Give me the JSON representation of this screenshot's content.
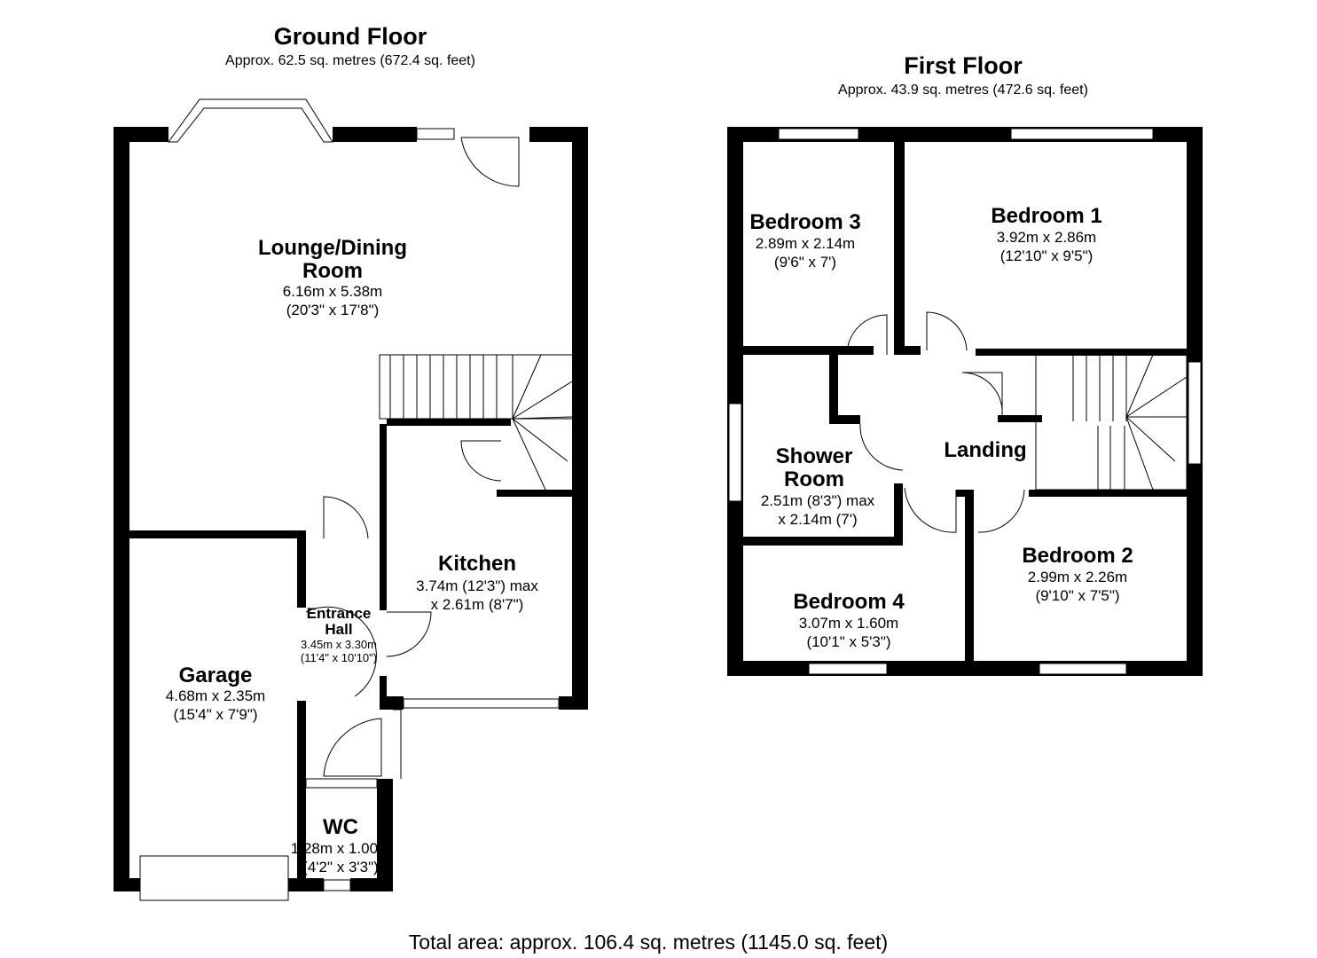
{
  "ground_floor": {
    "title": "Ground Floor",
    "area": "Approx. 62.5 sq. metres (672.4 sq. feet)",
    "rooms": {
      "lounge": {
        "name1": "Lounge/Dining",
        "name2": "Room",
        "metric": "6.16m x 5.38m",
        "imperial": "(20'3\" x 17'8\")"
      },
      "kitchen": {
        "name": "Kitchen",
        "metric": "3.74m (12'3\") max",
        "imperial": "x 2.61m (8'7\")"
      },
      "hall": {
        "name1": "Entrance",
        "name2": "Hall",
        "metric": "3.45m x 3.30m",
        "imperial": "(11'4\" x 10'10\")"
      },
      "garage": {
        "name": "Garage",
        "metric": "4.68m x 2.35m",
        "imperial": "(15'4\" x 7'9\")"
      },
      "wc": {
        "name": "WC",
        "metric": "1.28m x 1.00m",
        "imperial": "(4'2\" x 3'3\")"
      }
    }
  },
  "first_floor": {
    "title": "First Floor",
    "area": "Approx. 43.9 sq. metres (472.6 sq. feet)",
    "rooms": {
      "bedroom3": {
        "name": "Bedroom 3",
        "metric": "2.89m x 2.14m",
        "imperial": "(9'6\" x 7')"
      },
      "bedroom1": {
        "name": "Bedroom 1",
        "metric": "3.92m x 2.86m",
        "imperial": "(12'10\" x 9'5\")"
      },
      "shower": {
        "name1": "Shower",
        "name2": "Room",
        "metric": "2.51m (8'3\") max",
        "imperial": "x 2.14m (7')"
      },
      "landing": {
        "name": "Landing"
      },
      "bedroom2": {
        "name": "Bedroom 2",
        "metric": "2.99m x 2.26m",
        "imperial": "(9'10\" x 7'5\")"
      },
      "bedroom4": {
        "name": "Bedroom 4",
        "metric": "3.07m x 1.60m",
        "imperial": "(10'1\" x 5'3\")"
      }
    }
  },
  "total_area": "Total area: approx. 106.4 sq. metres (1145.0 sq. feet)"
}
